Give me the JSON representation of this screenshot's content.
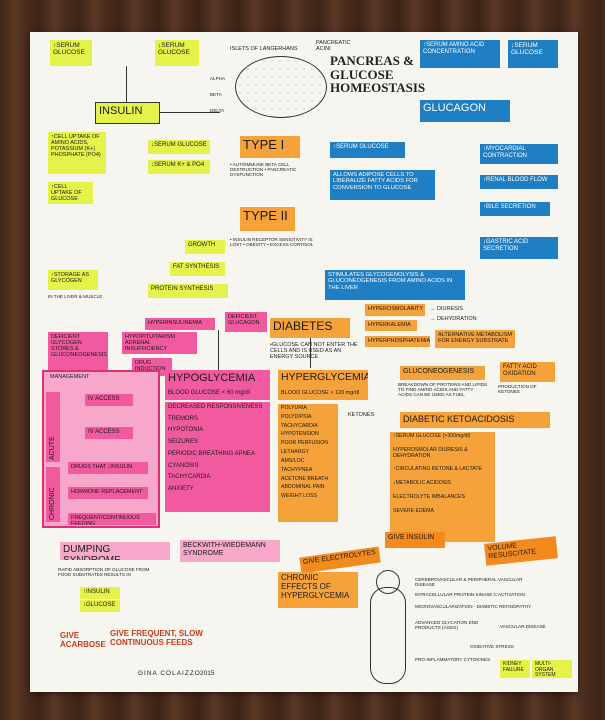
{
  "poster": {
    "title": "PANCREAS & GLUCOSE HOMEOSTASIS",
    "credit": "GINA COLAIZZO",
    "year": "2015"
  },
  "pancreas": {
    "islets": "ISLETS OF LANGERHANS",
    "acini": "PANCREATIC ACINI",
    "alpha": "ALPHA",
    "beta": "BETA",
    "delta": "DELTA"
  },
  "insulin": {
    "serum_glucose_up": "↑SERUM GLUCOSE",
    "serum_glucose_down": "↓SERUM GLUCOSE",
    "header": "INSULIN",
    "cell_uptake_aa": "↑CELL UPTAKE OF AMINO ACIDS, POTASSIUM (K+) PHOSPHATE (PO4)",
    "cell_uptake_glucose": "↑CELL UPTAKE OF GLUCOSE",
    "storage": "↑STORAGE AS GLYCOGEN",
    "storage_sub": "IN THE LIVER & MUSCLE",
    "serum_glucose_down2": "↓SERUM GLUCOSE",
    "serum_k": "↓SERUM K+ & PO4",
    "growth": "GROWTH",
    "fat_synthesis": "FAT SYNTHESIS",
    "protein_synthesis": "PROTEIN SYNTHESIS"
  },
  "glucagon": {
    "serum_aa": "↑SERUM AMINO ACID CONCENTRATION",
    "serum_glucose": "↓SERUM GLUCOSE",
    "header": "GLUCAGON",
    "serum_glucose_up": "↑SERUM GLUCOSE",
    "adipose": "ALLOWS ADIPOSE CELLS TO LIBERALIZE FATTY ACIDS FOR CONVERSION TO GLUCOSE",
    "myocardial": "↑MYOCARDIAL CONTRACTION",
    "renal": "↑RENAL BLOOD FLOW",
    "bile": "↑BILE SECRETION",
    "gastric": "↓GASTRIC ACID SECRETION",
    "stimulates": "STIMULATES GLYCOGENOLYSIS & GLUCONEOGENESIS FROM AMINO ACIDS IN THE LIVER"
  },
  "types": {
    "type1": "TYPE I",
    "type1_notes": "• AUTOIMMUNE BETA CELL DESTRUCTION • PANCREATIC DYSFUNCTION",
    "type2": "TYPE II",
    "type2_notes": "• INSULIN RECEPTOR SENSITIVITY IS LOST • OBESITY • EXCESS CORTISOL"
  },
  "diabetes": {
    "header": "DIABETES",
    "desc": "•GLUCOSE CAN NOT ENTER THE CELLS AND IS USED AS AN ENERGY SOURCE",
    "hyperosmolarity": "HYPEROSMOLARITY",
    "hyperkalemia": "HYPERKALEMIA",
    "hyperphosphatemia": "HYPERPHOSPHATEMIA",
    "diuresis": "→ DIURESIS",
    "dehydration": "→ DEHYDRATION",
    "alt_metabolism": "ALTERNATIVE METABOLISM FOR ENERGY SUBSTRATE"
  },
  "hypo": {
    "hyperinsulinemia": "HYPERINSULINEMIA",
    "deficient_glucagon": "DEFICIENT GLUCAGON",
    "deficient_stores": "DEFICIENT GLYCOGEN STORES & GLUCONEOGENESIS",
    "hypopituitarism": "HYPOPITUITARISM ADRENAL INSUFFICIENCY",
    "drug": "DRUG INDUCTION",
    "header": "HYPOGLYCEMIA",
    "sub": "BLOOD GLUCOSE < 60 mg/dl",
    "symptoms": [
      "DECREASED RESPONSIVENESS",
      "TREMORS",
      "HYPOTONIA",
      "SEIZURES",
      "PERIODIC BREATHING APNEA",
      "CYANOSIS",
      "TACHYCARDIA",
      "ANXIETY"
    ],
    "management": "MANAGEMENT",
    "acute": "ACUTE",
    "chronic": "CHRONIC",
    "iv_access": "IV ACCESS",
    "drugs": "DRUGS THAT ↓INSULIN",
    "hormone": "HORMONE REPLACEMENT",
    "frequent": "FREQUENT/CONTINUOUS FEEDING"
  },
  "hyper": {
    "header": "HYPERGLYCEMIA",
    "sub": "BLOOD GLUCOSE > 120 mg/dl",
    "symptoms": [
      "POLYURIA",
      "POLYDIPSIA",
      "TACHYCARDIA",
      "HYPOTENSION",
      "POOR PERFUSION",
      "LETHARGY",
      "AMS/LOC",
      "TACHYPNEA",
      "ACETONE BREATH",
      "ABDOMINAL PAIN",
      "WEIGHT LOSS"
    ],
    "ketones": "KETONES",
    "electrolytes": "GIVE ELECTROLYTES",
    "insulin": "GIVE INSULIN",
    "volume": "VOLUME RESUSCITATE",
    "chronic_effects": "CHRONIC EFFECTS OF HYPERGLYCEMIA"
  },
  "gluconeo": {
    "header": "GLUCONEOGENESIS",
    "desc": "BREAKDOWN OF PROTEINS AND LIPIDS TO FIND AMINO ACIDS AND FATTY ACIDS CAN BE USED AS FUEL",
    "fatty": "FATTY ACID OXIDATION",
    "fatty_sub": "PRODUCTION OF KETONES"
  },
  "dka": {
    "header": "DIABETIC KETOACIDOSIS",
    "items": [
      "↑SERUM GLUCOSE (>300mg/dl)",
      "HYPEROSMOLAR DIURESIS & DEHYDRATION",
      "↑CIRCULATING KETONE & LACTATE",
      "↓METABOLIC ACIDOSIS",
      "ELECTROLYTE IMBALANCES",
      "SEVERE EDEMA"
    ]
  },
  "dumping": {
    "header": "DUMPING SYNDROME",
    "desc": "RAPID ABSORPTION OF GLUCOSE FROM FOOD SUBSTRATES RESULTS IN",
    "insulin": "↑INSULIN",
    "glucose": "↓GLUCOSE",
    "acarbose": "GIVE ACARBOSE",
    "feeds": "GIVE FREQUENT, SLOW CONTINUOUS FEEDS"
  },
  "beckwith": {
    "header": "BECKWITH-WIEDEMANN SYNDROME"
  },
  "chronic": {
    "items": [
      "CEREBROVASCULAR & PERIPHERAL VASCULAR DISEASE",
      "INTRACELLULAR PROTEIN KINASE C ACTIVATION",
      "MICROVASCULARIZATION - DIABETIC RETINOPATHY",
      "ADVANCED GLYCATION END PRODUCTS (AGES)",
      "OXIDATIVE STRESS",
      "PRO-INFLAMMATORY CYTOKINES"
    ],
    "vascular": "VASCULAR DISEASE",
    "kidney": "KIDNEY FAILURE",
    "multi_organ": "MULTI-ORGAN SYSTEM FAILURE"
  }
}
